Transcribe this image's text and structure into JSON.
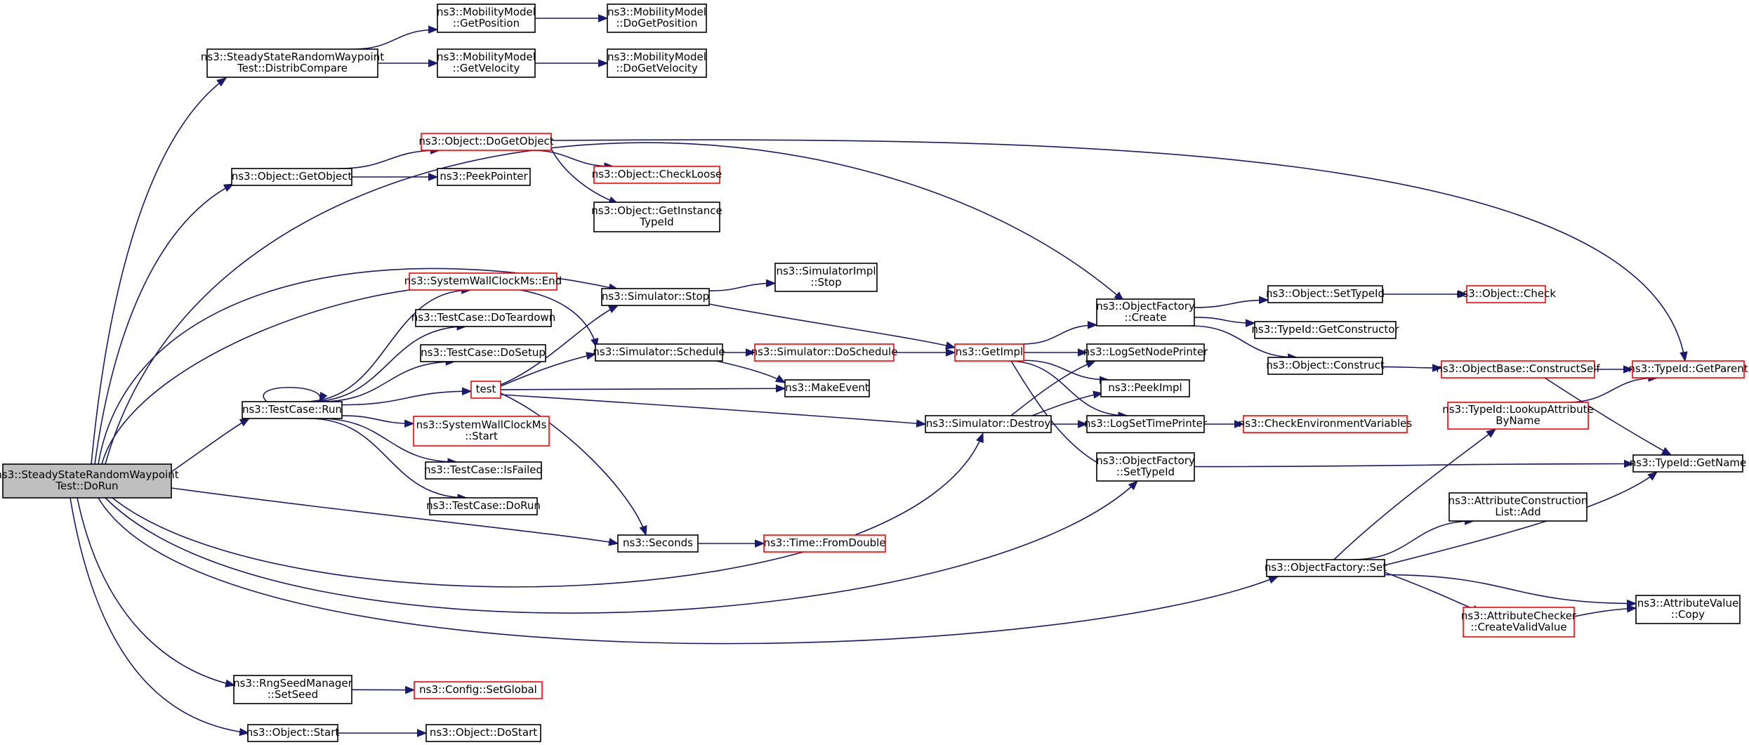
{
  "colors": {
    "edge": "#191970",
    "node_border": "#000000",
    "truncated_border": "#ff0000",
    "root_fill": "#bfbfbf",
    "background": "#ffffff"
  },
  "nodes": [
    {
      "id": "root",
      "lines": [
        "ns3::SteadyStateRandomWaypoint",
        "Test::DoRun"
      ],
      "style": "root"
    },
    {
      "id": "distrib",
      "lines": [
        "ns3::SteadyStateRandomWaypoint",
        "Test::DistribCompare"
      ],
      "style": "normal"
    },
    {
      "id": "getpos",
      "lines": [
        "ns3::MobilityModel",
        "::GetPosition"
      ],
      "style": "normal"
    },
    {
      "id": "dogetpos",
      "lines": [
        "ns3::MobilityModel",
        "::DoGetPosition"
      ],
      "style": "normal"
    },
    {
      "id": "getvel",
      "lines": [
        "ns3::MobilityModel",
        "::GetVelocity"
      ],
      "style": "normal"
    },
    {
      "id": "dogetvel",
      "lines": [
        "ns3::MobilityModel",
        "::DoGetVelocity"
      ],
      "style": "normal"
    },
    {
      "id": "getobject",
      "lines": [
        "ns3::Object::GetObject"
      ],
      "style": "normal"
    },
    {
      "id": "dogetobject",
      "lines": [
        "ns3::Object::DoGetObject"
      ],
      "style": "red"
    },
    {
      "id": "peekpointer",
      "lines": [
        "ns3::PeekPointer"
      ],
      "style": "normal"
    },
    {
      "id": "checkloose",
      "lines": [
        "ns3::Object::CheckLoose"
      ],
      "style": "red"
    },
    {
      "id": "getinstance",
      "lines": [
        "ns3::Object::GetInstance",
        "TypeId"
      ],
      "style": "normal"
    },
    {
      "id": "sysend",
      "lines": [
        "ns3::SystemWallClockMs::End"
      ],
      "style": "red"
    },
    {
      "id": "teardown",
      "lines": [
        "ns3::TestCase::DoTeardown"
      ],
      "style": "normal"
    },
    {
      "id": "dosetup",
      "lines": [
        "ns3::TestCase::DoSetup"
      ],
      "style": "normal"
    },
    {
      "id": "run",
      "lines": [
        "ns3::TestCase::Run"
      ],
      "style": "normal"
    },
    {
      "id": "sysstart",
      "lines": [
        "ns3::SystemWallClockMs",
        "::Start"
      ],
      "style": "red"
    },
    {
      "id": "isfailed",
      "lines": [
        "ns3::TestCase::IsFailed"
      ],
      "style": "normal"
    },
    {
      "id": "tcdorun",
      "lines": [
        "ns3::TestCase::DoRun"
      ],
      "style": "normal"
    },
    {
      "id": "test",
      "lines": [
        "test"
      ],
      "style": "red"
    },
    {
      "id": "simstop",
      "lines": [
        "ns3::Simulator::Stop"
      ],
      "style": "normal"
    },
    {
      "id": "simimplstop",
      "lines": [
        "ns3::SimulatorImpl",
        "::Stop"
      ],
      "style": "normal"
    },
    {
      "id": "schedule",
      "lines": [
        "ns3::Simulator::Schedule"
      ],
      "style": "normal"
    },
    {
      "id": "doschedule",
      "lines": [
        "ns3::Simulator::DoSchedule"
      ],
      "style": "red"
    },
    {
      "id": "makeevent",
      "lines": [
        "ns3::MakeEvent"
      ],
      "style": "normal"
    },
    {
      "id": "seconds",
      "lines": [
        "ns3::Seconds"
      ],
      "style": "normal"
    },
    {
      "id": "fromdouble",
      "lines": [
        "ns3::Time::FromDouble"
      ],
      "style": "red"
    },
    {
      "id": "destroy",
      "lines": [
        "ns3::Simulator::Destroy"
      ],
      "style": "normal"
    },
    {
      "id": "getimpl",
      "lines": [
        "ns3::GetImpl"
      ],
      "style": "red"
    },
    {
      "id": "ofcreate",
      "lines": [
        "ns3::ObjectFactory",
        "::Create"
      ],
      "style": "normal"
    },
    {
      "id": "logsetnode",
      "lines": [
        "ns3::LogSetNodePrinter"
      ],
      "style": "normal"
    },
    {
      "id": "peekimpl",
      "lines": [
        "ns3::PeekImpl"
      ],
      "style": "normal"
    },
    {
      "id": "logsettime",
      "lines": [
        "ns3::LogSetTimePrinter"
      ],
      "style": "normal"
    },
    {
      "id": "ofsettypeid",
      "lines": [
        "ns3::ObjectFactory",
        "::SetTypeId"
      ],
      "style": "normal"
    },
    {
      "id": "objsettypeid",
      "lines": [
        "ns3::Object::SetTypeId"
      ],
      "style": "normal"
    },
    {
      "id": "getconstructor",
      "lines": [
        "ns3::TypeId::GetConstructor"
      ],
      "style": "normal"
    },
    {
      "id": "construct",
      "lines": [
        "ns3::Object::Construct"
      ],
      "style": "normal"
    },
    {
      "id": "objcheck",
      "lines": [
        "ns3::Object::Check"
      ],
      "style": "red"
    },
    {
      "id": "constructself",
      "lines": [
        "ns3::ObjectBase::ConstructSelf"
      ],
      "style": "red"
    },
    {
      "id": "getparent",
      "lines": [
        "ns3::TypeId::GetParent"
      ],
      "style": "red"
    },
    {
      "id": "checkenv",
      "lines": [
        "ns3::CheckEnvironmentVariables"
      ],
      "style": "red"
    },
    {
      "id": "lookupattr",
      "lines": [
        "ns3::TypeId::LookupAttribute",
        "ByName"
      ],
      "style": "red"
    },
    {
      "id": "getname",
      "lines": [
        "ns3::TypeId::GetName"
      ],
      "style": "normal"
    },
    {
      "id": "acladd",
      "lines": [
        "ns3::AttributeConstruction",
        "List::Add"
      ],
      "style": "normal"
    },
    {
      "id": "ofset",
      "lines": [
        "ns3::ObjectFactory::Set"
      ],
      "style": "normal"
    },
    {
      "id": "avcopy",
      "lines": [
        "ns3::AttributeValue",
        "::Copy"
      ],
      "style": "normal"
    },
    {
      "id": "createvalid",
      "lines": [
        "ns3::AttributeChecker",
        "::CreateValidValue"
      ],
      "style": "red"
    },
    {
      "id": "setseed",
      "lines": [
        "ns3::RngSeedManager",
        "::SetSeed"
      ],
      "style": "normal"
    },
    {
      "id": "setglobal",
      "lines": [
        "ns3::Config::SetGlobal"
      ],
      "style": "red"
    },
    {
      "id": "objstart",
      "lines": [
        "ns3::Object::Start"
      ],
      "style": "normal"
    },
    {
      "id": "dostart",
      "lines": [
        "ns3::Object::DoStart"
      ],
      "style": "normal"
    }
  ],
  "edges": [
    [
      "root",
      "distrib"
    ],
    [
      "root",
      "getobject"
    ],
    [
      "root",
      "run"
    ],
    [
      "root",
      "simstop"
    ],
    [
      "root",
      "schedule"
    ],
    [
      "root",
      "ofcreate"
    ],
    [
      "root",
      "seconds"
    ],
    [
      "root",
      "destroy"
    ],
    [
      "root",
      "ofsettypeid"
    ],
    [
      "root",
      "ofset"
    ],
    [
      "root",
      "setseed"
    ],
    [
      "root",
      "objstart"
    ],
    [
      "distrib",
      "getpos"
    ],
    [
      "distrib",
      "getvel"
    ],
    [
      "getpos",
      "dogetpos"
    ],
    [
      "getvel",
      "dogetvel"
    ],
    [
      "getobject",
      "dogetobject"
    ],
    [
      "getobject",
      "peekpointer"
    ],
    [
      "dogetobject",
      "checkloose"
    ],
    [
      "dogetobject",
      "getinstance"
    ],
    [
      "dogetobject",
      "getparent"
    ],
    [
      "run",
      "run"
    ],
    [
      "run",
      "sysend"
    ],
    [
      "run",
      "teardown"
    ],
    [
      "run",
      "dosetup"
    ],
    [
      "run",
      "sysstart"
    ],
    [
      "run",
      "isfailed"
    ],
    [
      "run",
      "tcdorun"
    ],
    [
      "run",
      "test"
    ],
    [
      "test",
      "simstop"
    ],
    [
      "test",
      "schedule"
    ],
    [
      "test",
      "makeevent"
    ],
    [
      "test",
      "destroy"
    ],
    [
      "test",
      "seconds"
    ],
    [
      "simstop",
      "simimplstop"
    ],
    [
      "simstop",
      "getimpl"
    ],
    [
      "schedule",
      "doschedule"
    ],
    [
      "schedule",
      "makeevent"
    ],
    [
      "doschedule",
      "getimpl"
    ],
    [
      "seconds",
      "fromdouble"
    ],
    [
      "destroy",
      "logsetnode"
    ],
    [
      "destroy",
      "peekimpl"
    ],
    [
      "destroy",
      "logsettime"
    ],
    [
      "getimpl",
      "ofcreate"
    ],
    [
      "getimpl",
      "logsetnode"
    ],
    [
      "getimpl",
      "peekimpl"
    ],
    [
      "getimpl",
      "logsettime"
    ],
    [
      "getimpl",
      "ofsettypeid"
    ],
    [
      "ofcreate",
      "objsettypeid"
    ],
    [
      "ofcreate",
      "getconstructor"
    ],
    [
      "ofcreate",
      "construct"
    ],
    [
      "objsettypeid",
      "objcheck"
    ],
    [
      "construct",
      "constructself"
    ],
    [
      "constructself",
      "getparent"
    ],
    [
      "constructself",
      "getname"
    ],
    [
      "logsettime",
      "checkenv"
    ],
    [
      "lookupattr",
      "getparent"
    ],
    [
      "ofsettypeid",
      "getname"
    ],
    [
      "ofset",
      "lookupattr"
    ],
    [
      "ofset",
      "acladd"
    ],
    [
      "ofset",
      "getname"
    ],
    [
      "ofset",
      "avcopy"
    ],
    [
      "ofset",
      "createvalid"
    ],
    [
      "createvalid",
      "avcopy"
    ],
    [
      "setseed",
      "setglobal"
    ],
    [
      "objstart",
      "dostart"
    ]
  ]
}
